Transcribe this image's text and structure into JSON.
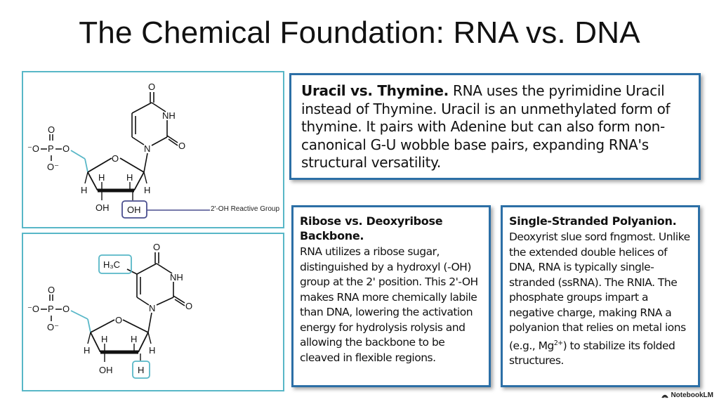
{
  "title": "The Chemical Foundation: RNA vs. DNA",
  "structure_labels": {
    "O": "O",
    "NH": "NH",
    "N": "N",
    "P": "P",
    "H": "H",
    "OH": "OH",
    "O_minus": "O⁻",
    "minus_O": "⁻O",
    "H3C": "H₃C"
  },
  "callout": "2'-OH Reactive Group",
  "uracil": {
    "lead": "Uracil vs. Thymine.",
    "body": " RNA uses the pyrimidine Uracil instead of Thymine. Uracil is an unmethylated form of thymine. It pairs with Adenine but can also form non-canonical G-U wobble base pairs, expanding RNA's structural versatility."
  },
  "ribose": {
    "heading": "Ribose vs. Deoxyribose Backbone.",
    "body": "RNA utilizes a ribose sugar, distinguished by a hydroxyl (-OH) group at the 2' position. This 2'-OH makes RNA more chemically labile than DNA, lowering the activation energy for hydrolysis rolysis and allowing the backbone to be cleaved in flexible regions."
  },
  "single": {
    "heading": "Single-Stranded Polyanion.",
    "body_before": "Deoxyrist slue sord fngmost. Unlike the extended double helices of DNA, RNA is typically single-stranded (ssRNA). The RNIA. The phosphate groups impart a negative charge, making RNA a polyanion that relies on metal ions (e.g., Mg",
    "sup": "2+",
    "body_after": ") to stabilize its folded structures."
  },
  "badge": "NotebookLM",
  "colors": {
    "panel_border": "#58b7c7",
    "box_border": "#2c6fa6",
    "bond": "#111111",
    "ester_bond": "#58b7c7",
    "highlight_box": "#4a4f8f"
  }
}
